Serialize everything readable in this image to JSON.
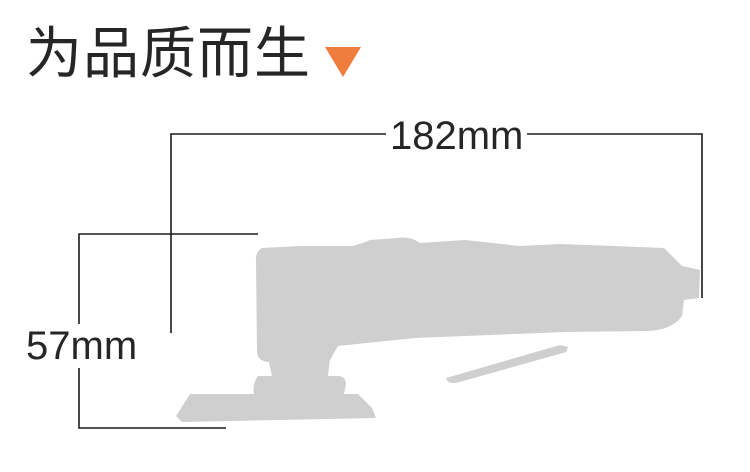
{
  "heading": {
    "text": "为品质而生",
    "arrow_icon": "triangle-down-icon",
    "arrow_color": "#ee7d3e"
  },
  "dimensions": {
    "width_label": "182mm",
    "height_label": "57mm"
  },
  "product": {
    "silhouette_color": "#cfcfcf",
    "line_color": "#1a1a1a"
  }
}
